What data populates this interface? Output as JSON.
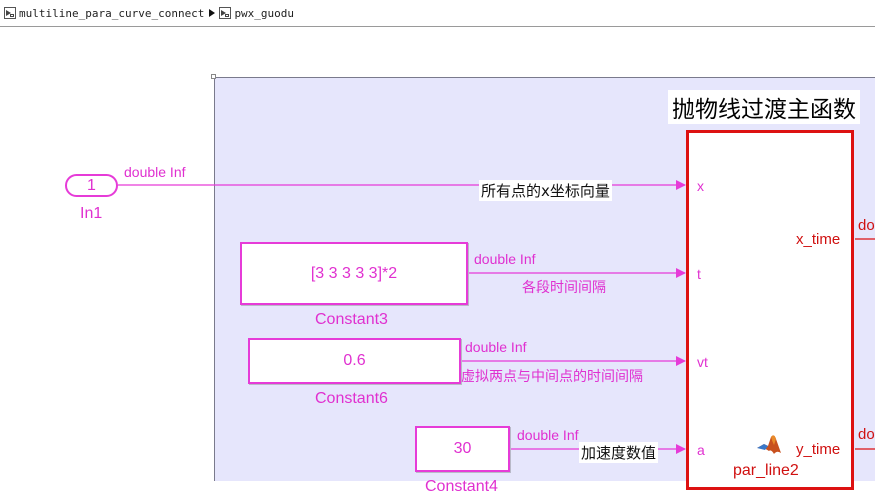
{
  "breadcrumb": {
    "items": [
      {
        "label": "multiline_para_curve_connect"
      },
      {
        "label": "pwx_guodu"
      }
    ]
  },
  "diagram": {
    "inport": {
      "value": "1",
      "label": "In1",
      "signal_type": "double Inf",
      "wire_note": "所有点的x坐标向量"
    },
    "constants": [
      {
        "value": "[3 3 3 3 3]*2",
        "label": "Constant3",
        "signal_type": "double Inf",
        "wire_note": "各段时间间隔"
      },
      {
        "value": "0.6",
        "label": "Constant6",
        "signal_type": "double Inf",
        "wire_note": "虚拟两点与中间点的时间间隔"
      },
      {
        "value": "30",
        "label": "Constant4",
        "signal_type": "double Inf",
        "wire_note": "加速度数值"
      }
    ],
    "function_block": {
      "title": "抛物线过渡主函数",
      "name": "par_line2",
      "inputs": [
        "x",
        "t",
        "vt",
        "a"
      ],
      "outputs": [
        "x_time",
        "y_time"
      ],
      "output_type_fragment": "do"
    },
    "colors": {
      "signal": "#e030d0",
      "function_border": "#dd1111",
      "subsystem_bg": "#e6e6fc"
    }
  }
}
